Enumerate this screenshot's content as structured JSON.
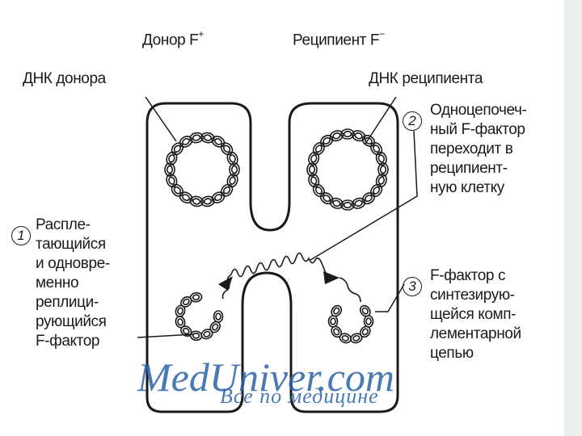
{
  "labels": {
    "donor": "Донор F",
    "donor_sup": "+",
    "recipient": "Реципиент F",
    "recipient_sup": "−",
    "donor_dna": "ДНК донора",
    "recipient_dna": "ДНК реципиента"
  },
  "steps": [
    {
      "number": "1",
      "lines": [
        "Расплe-",
        "тающийся",
        "и одновре-",
        "менно",
        "реплици-",
        "рующийся",
        "F-фактор"
      ]
    },
    {
      "number": "2",
      "lines": [
        "Одноцепочеч-",
        "ный F-фактор",
        "переходит в",
        "реципиент-",
        "ную клетку"
      ]
    },
    {
      "number": "3",
      "lines": [
        "F-фактор  с",
        "синтезирую-",
        "щейся комп-",
        "лементарной",
        "цепью"
      ]
    }
  ],
  "watermark": {
    "main": "MedUniver.com",
    "sub": "Все по медицине"
  },
  "colors": {
    "ink": "#1a1a1a",
    "watermark": "#2b63a8"
  }
}
